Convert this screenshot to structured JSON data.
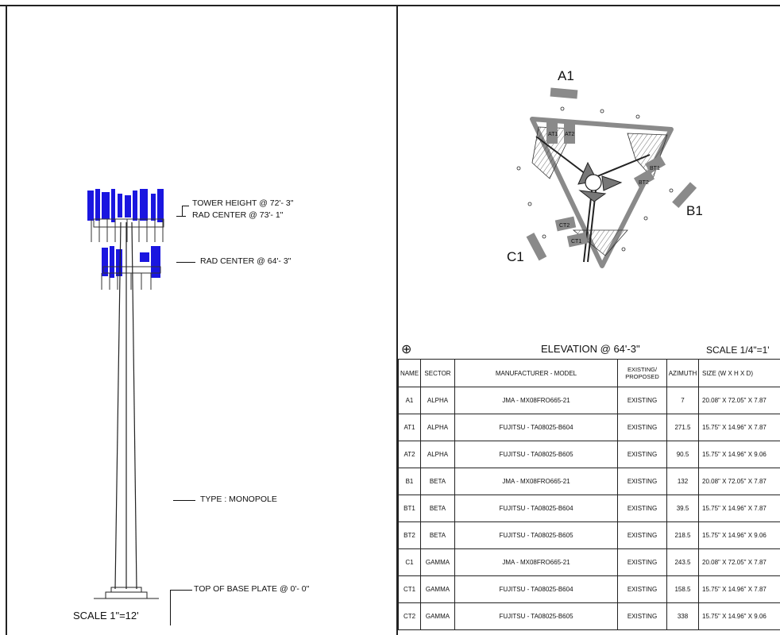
{
  "elevation_view": {
    "annotations": {
      "tower_height": "TOWER HEIGHT @ 72'- 3\"",
      "rad_center_upper": "RAD CENTER @ 73'- 1\"",
      "rad_center_lower": "RAD CENTER @ 64'- 3\"",
      "type": "TYPE : MONOPOLE",
      "base_plate": "TOP OF BASE PLATE @ 0'- 0\""
    },
    "scale": "SCALE 1\"=12'",
    "colors": {
      "antenna": "#1a16e0"
    }
  },
  "plan_view": {
    "sector_labels": {
      "a": "A1",
      "b": "B1",
      "c": "C1"
    },
    "antenna_tags": {
      "at1": "AT1",
      "at2": "AT2",
      "bt1": "BT1",
      "bt2": "BT2",
      "ct1": "CT1",
      "ct2": "CT2"
    }
  },
  "schedule": {
    "title": "ELEVATION @ 64'-3\"",
    "scale": "SCALE 1/4\"=1'",
    "headers": {
      "name": "NAME",
      "sector": "SECTOR",
      "model": "MANUFACTURER - MODEL",
      "status_line1": "EXISTING/",
      "status_line2": "PROPOSED",
      "azimuth": "AZIMUTH",
      "size": "SIZE (W X H X D)"
    },
    "rows": [
      {
        "name": "A1",
        "sector": "ALPHA",
        "model": "JMA - MX08FRO665-21",
        "status": "EXISTING",
        "azimuth": "7",
        "size": "20.08\" X 72.05\" X 7.87"
      },
      {
        "name": "AT1",
        "sector": "ALPHA",
        "model": "FUJITSU - TA08025-B604",
        "status": "EXISTING",
        "azimuth": "271.5",
        "size": "15.75\" X 14.96\" X 7.87"
      },
      {
        "name": "AT2",
        "sector": "ALPHA",
        "model": "FUJITSU - TA08025-B605",
        "status": "EXISTING",
        "azimuth": "90.5",
        "size": "15.75\" X 14.96\" X 9.06"
      },
      {
        "name": "B1",
        "sector": "BETA",
        "model": "JMA - MX08FRO665-21",
        "status": "EXISTING",
        "azimuth": "132",
        "size": "20.08\" X 72.05\" X 7.87"
      },
      {
        "name": "BT1",
        "sector": "BETA",
        "model": "FUJITSU - TA08025-B604",
        "status": "EXISTING",
        "azimuth": "39.5",
        "size": "15.75\" X 14.96\" X 7.87"
      },
      {
        "name": "BT2",
        "sector": "BETA",
        "model": "FUJITSU - TA08025-B605",
        "status": "EXISTING",
        "azimuth": "218.5",
        "size": "15.75\" X 14.96\" X 9.06"
      },
      {
        "name": "C1",
        "sector": "GAMMA",
        "model": "JMA - MX08FRO665-21",
        "status": "EXISTING",
        "azimuth": "243.5",
        "size": "20.08\" X 72.05\" X 7.87"
      },
      {
        "name": "CT1",
        "sector": "GAMMA",
        "model": "FUJITSU - TA08025-B604",
        "status": "EXISTING",
        "azimuth": "158.5",
        "size": "15.75\" X 14.96\" X 7.87"
      },
      {
        "name": "CT2",
        "sector": "GAMMA",
        "model": "FUJITSU - TA08025-B605",
        "status": "EXISTING",
        "azimuth": "338",
        "size": "15.75\" X 14.96\" X 9.06"
      }
    ]
  }
}
